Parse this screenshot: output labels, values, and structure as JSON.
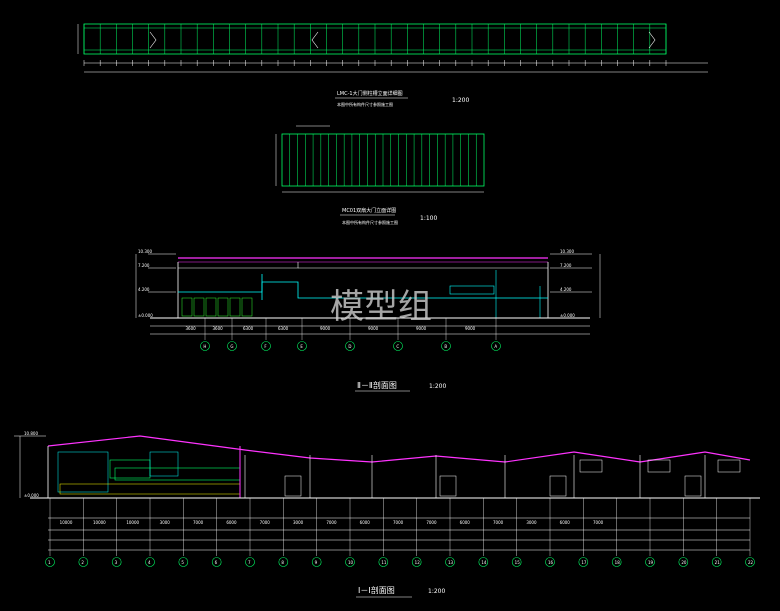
{
  "drawing": {
    "top_panel": {
      "title": "LMC-1大门侧柱槽立面详细图",
      "scale": "1:200",
      "note": "本图中所有构件尺寸参照施工图"
    },
    "door_panel": {
      "title": "MC01双扇大门立面详图",
      "scale": "1:100",
      "note": "本图中所有构件尺寸参照施工图"
    },
    "section_2": {
      "title": "Ⅱ－Ⅱ剖面图",
      "scale": "1:200",
      "left_elevations": [
        "10.300",
        "7.200",
        "4.200",
        "±0.000"
      ],
      "right_elevations": [
        "10.300",
        "7.200",
        "4.200",
        "±0.000"
      ],
      "dims": [
        "3600",
        "3600",
        "6300",
        "6300",
        "9000",
        "9000",
        "9000",
        "9000"
      ],
      "axes": [
        "H",
        "G",
        "F",
        "E",
        "D",
        "C",
        "B",
        "A"
      ]
    },
    "section_1": {
      "title": "Ⅰ－Ⅰ剖面图",
      "scale": "1:200",
      "left_elevations": [
        "10.800",
        "±0.000"
      ],
      "dims": [
        "10000",
        "10000",
        "10000",
        "3000",
        "7000",
        "6000",
        "7000",
        "3000",
        "7000",
        "6000",
        "7000",
        "7000",
        "6000",
        "7000",
        "3000",
        "6000",
        "7000"
      ],
      "axes": [
        "1",
        "2",
        "3",
        "4",
        "5",
        "6",
        "7",
        "8",
        "9",
        "10",
        "11",
        "12",
        "13",
        "14",
        "15",
        "16",
        "17",
        "18",
        "19",
        "20",
        "21",
        "22"
      ]
    },
    "watermark": "模型组"
  }
}
